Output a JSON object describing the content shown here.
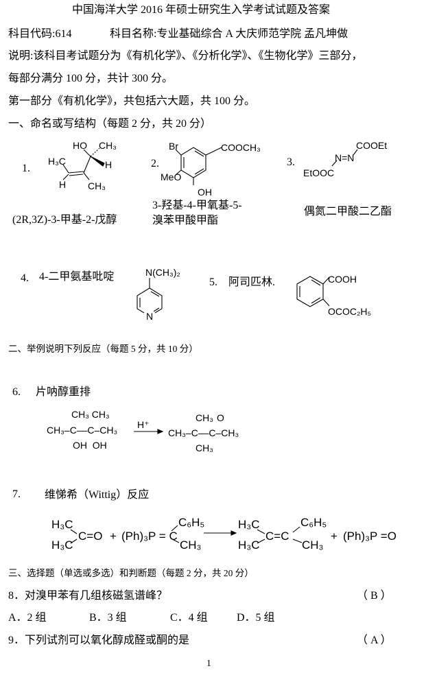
{
  "header": {
    "title": "中国海洋大学 2016 年硕士研究生入学考试试题及答案",
    "code": "科目代码:614",
    "subject": "科目名称:专业基础综合 A   大庆师范学院  孟凡坤做"
  },
  "intro": {
    "line1": "说明:该科目考试题分为《有机化学》、《分析化学》、《生物化学》三部分，",
    "line2": "每部分满分 100 分，共计 300 分。",
    "part1": "第一部分《有机化学》，共包括六大题，共 100 分。"
  },
  "section1": {
    "heading": "一、命名或写结构（每题 2 分，共 20 分）",
    "items": [
      {
        "num": "1.",
        "answer": "(2R,3Z)-3-甲基-2-戊醇",
        "labels": [
          "HO",
          "CH₃",
          "H₃C",
          "H",
          "H",
          "CH₃"
        ]
      },
      {
        "num": "2.",
        "answer_line1": "3-羟基-4-甲氧基-5-",
        "answer_line2": "溴苯甲酸甲酯",
        "labels": [
          "Br",
          "COOCH₃",
          "MeO",
          "OH"
        ]
      },
      {
        "num": "3.",
        "answer": "偶氮二甲酸二乙酯",
        "labels": [
          "COOEt",
          "N=N",
          "EtOOC"
        ]
      },
      {
        "num": "4.",
        "name": "4-二甲氨基吡啶",
        "labels": [
          "N(CH₃)₂",
          "N"
        ]
      },
      {
        "num": "5.",
        "name": "阿司匹林.",
        "labels": [
          "COOH",
          "OCOC₂H₅"
        ]
      }
    ]
  },
  "section2": {
    "heading": "二、举例说明下列反应（每题 5 分，共 10 分）",
    "q6": {
      "num": "6.",
      "title": "片呐醇重排",
      "reagent": "H⁺",
      "reactant": [
        "CH₃ CH₃",
        "CH₃–C––C–CH₃",
        "OH  OH"
      ],
      "product": [
        "CH₃",
        "O",
        "CH₃–C––C–CH₃",
        "CH₃"
      ]
    },
    "q7": {
      "num": "7.",
      "title": "维悌希（Wittig）反应",
      "labels": [
        "H₃C",
        "H₃C",
        "C=O",
        "+",
        "(Ph)₃P = C",
        "C₆H₅",
        "CH₃",
        "H₃C",
        "H₃C",
        "C=C",
        "C₆H₅",
        "CH₃",
        "+",
        "(Ph)₃P =O"
      ]
    }
  },
  "section3": {
    "heading": "三、选择题（单选或多选）和判断题（每题 2 分，共 20 分）",
    "q8": {
      "text": "8．对溴甲苯有几组核磁氢谱峰？",
      "answer": "（   B   ）",
      "options": [
        "A．2 组",
        "B．3 组",
        "C．4 组",
        "D．5 组"
      ]
    },
    "q9": {
      "text": "9．下列试剂可以氧化醇成醛或酮的是",
      "answer": "（   A   ）"
    }
  },
  "footer": {
    "page": "1"
  }
}
